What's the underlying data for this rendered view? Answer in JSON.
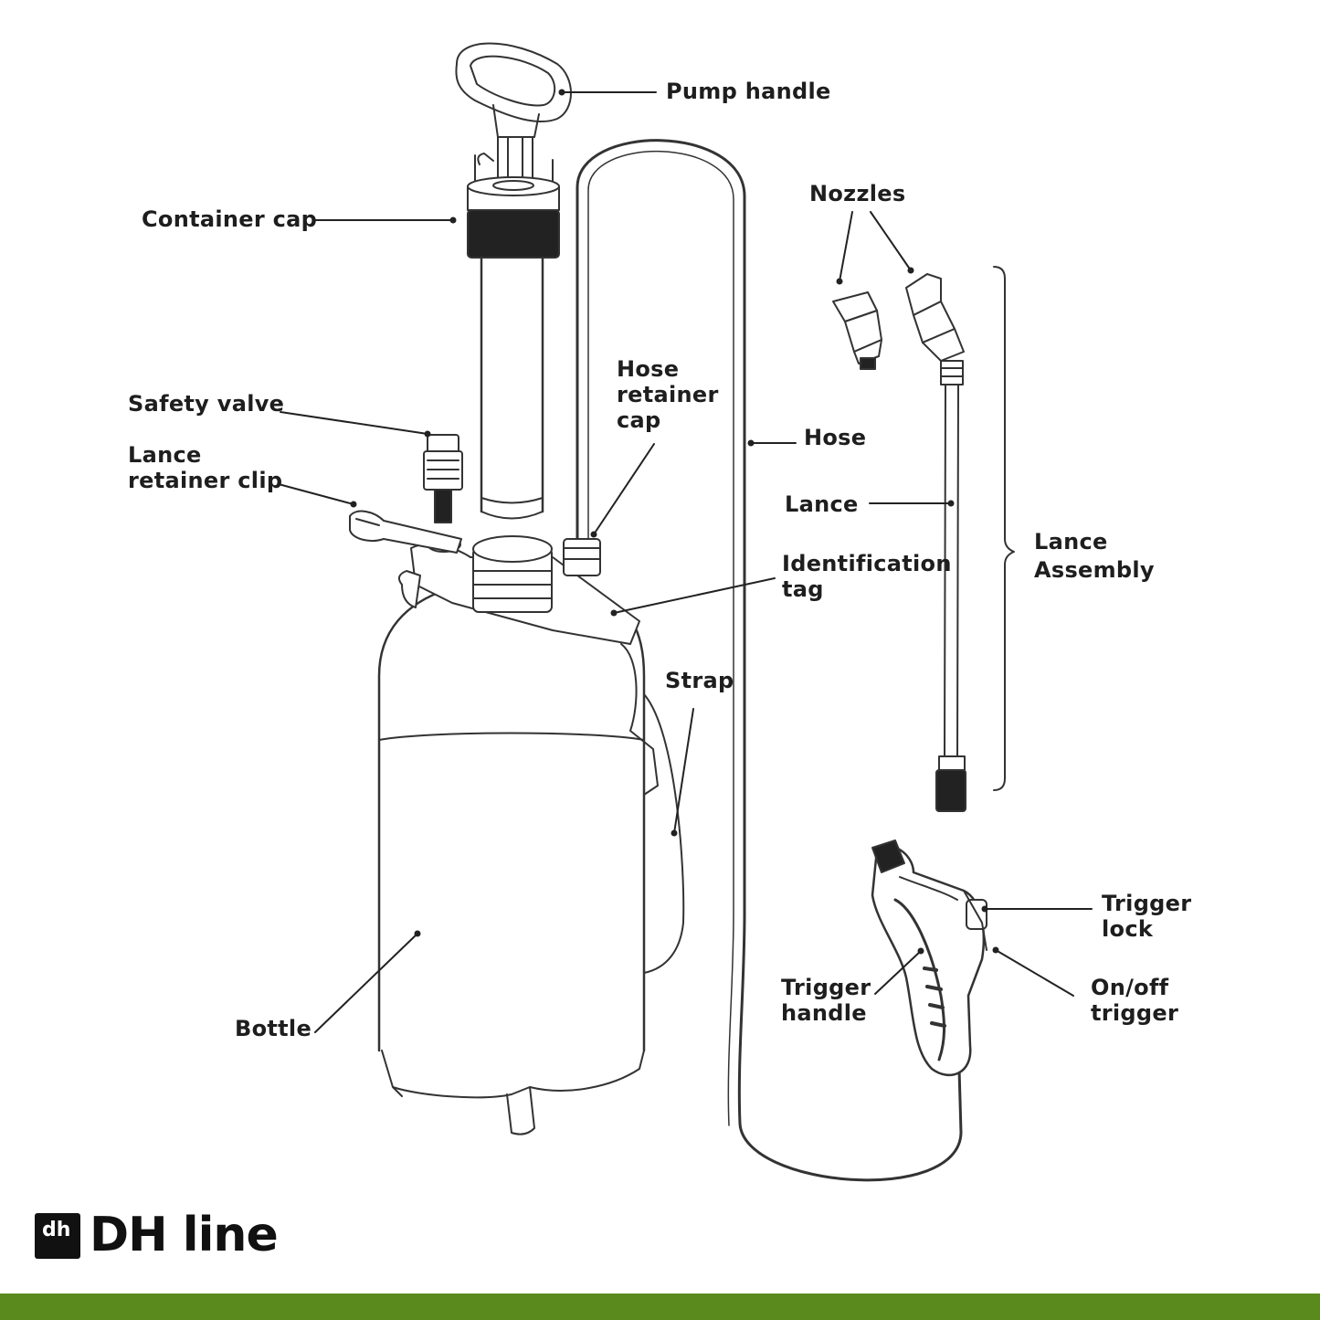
{
  "labels": {
    "pump_handle": [
      "Pump handle"
    ],
    "container_cap": [
      "Container cap"
    ],
    "nozzles": [
      "Nozzles"
    ],
    "safety_valve": [
      "Safety valve"
    ],
    "lance_retainer_clip": [
      "Lance",
      "retainer clip"
    ],
    "hose_retainer_cap": [
      "Hose",
      "retainer",
      "cap"
    ],
    "hose": [
      "Hose"
    ],
    "lance": [
      "Lance"
    ],
    "lance_assembly": [
      "Lance",
      "Assembly"
    ],
    "identification_tag": [
      "Identification",
      "tag"
    ],
    "strap": [
      "Strap"
    ],
    "trigger_lock": [
      "Trigger",
      "lock"
    ],
    "trigger_handle": [
      "Trigger",
      "handle"
    ],
    "on_off_trigger": [
      "On/off",
      "trigger"
    ],
    "bottle": [
      "Bottle"
    ]
  },
  "logo": {
    "mark": "dh",
    "text": "DH line"
  },
  "colors": {
    "line": "#333333",
    "label": "#1e1e1e",
    "footer": "#5a8a1e",
    "logo": "#111111"
  }
}
